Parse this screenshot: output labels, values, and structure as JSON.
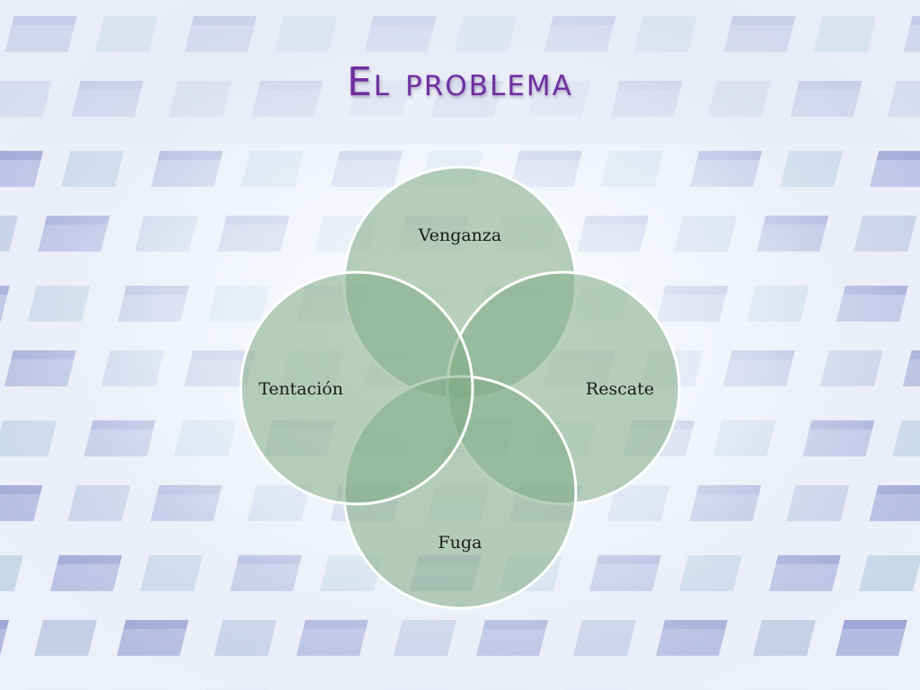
{
  "title": "El problema",
  "diagram": {
    "type": "venn",
    "circles": [
      {
        "label": "Venganza"
      },
      {
        "label": "Rescate"
      },
      {
        "label": "Fuga"
      },
      {
        "label": "Tentación"
      }
    ]
  },
  "colors": {
    "title": "#7030a0",
    "circle_fill": "#7fac85",
    "circle_stroke": "#ffffff"
  }
}
